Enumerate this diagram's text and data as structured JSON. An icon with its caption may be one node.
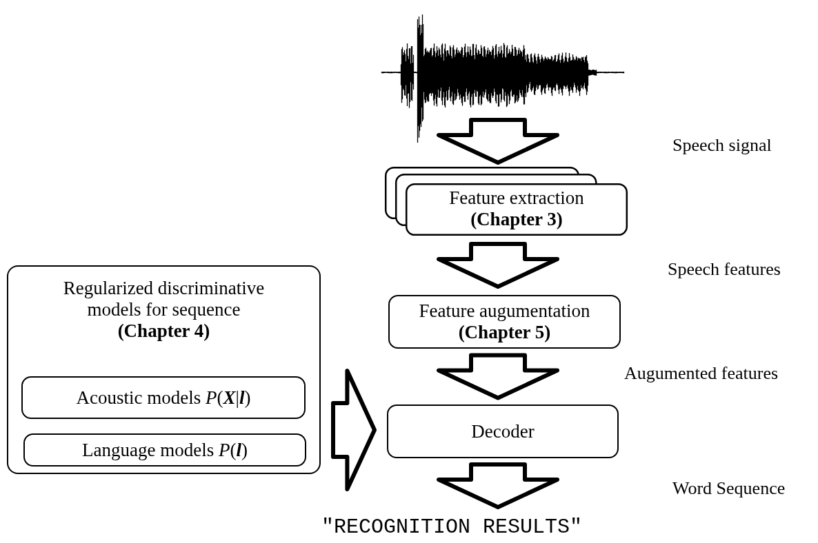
{
  "diagram": {
    "nodes": [
      {
        "text": [],
        "shape": "picture"
      },
      {
        "text": [
          "Feature extraction **(Chapter 3)**"
        ]
      },
      {
        "text": [
          "Feature augumentation **(Chapter 5)**"
        ]
      },
      {
        "text": [
          "Decoder"
        ]
      },
      {
        "text": [
          "Regularized discriminative models for sequence **(Chapter 4)**"
        ]
      },
      {
        "text": [
          "Acoustic models *P*(**X**|**l**)"
        ],
        "in": 4
      },
      {
        "text": [
          "Language models *P*(**l**)"
        ],
        "in": 4
      },
      {
        "text": [
          "\"RECOGNITION RESULTS\""
        ]
      }
    ],
    "edges": [
      {
        "from": 0,
        "to": 1,
        "arrow": "to"
      },
      {
        "from": 1,
        "to": 2,
        "arrow": "to"
      },
      {
        "from": 2,
        "to": 3,
        "arrow": "to"
      },
      {
        "from": 4,
        "to": 3,
        "arrow": "to"
      },
      {
        "from": 3,
        "to": 7,
        "arrow": "to"
      }
    ],
    "labels": [
      "Speech signal",
      "Speech features",
      "Augumented features",
      "Word Sequence"
    ]
  }
}
